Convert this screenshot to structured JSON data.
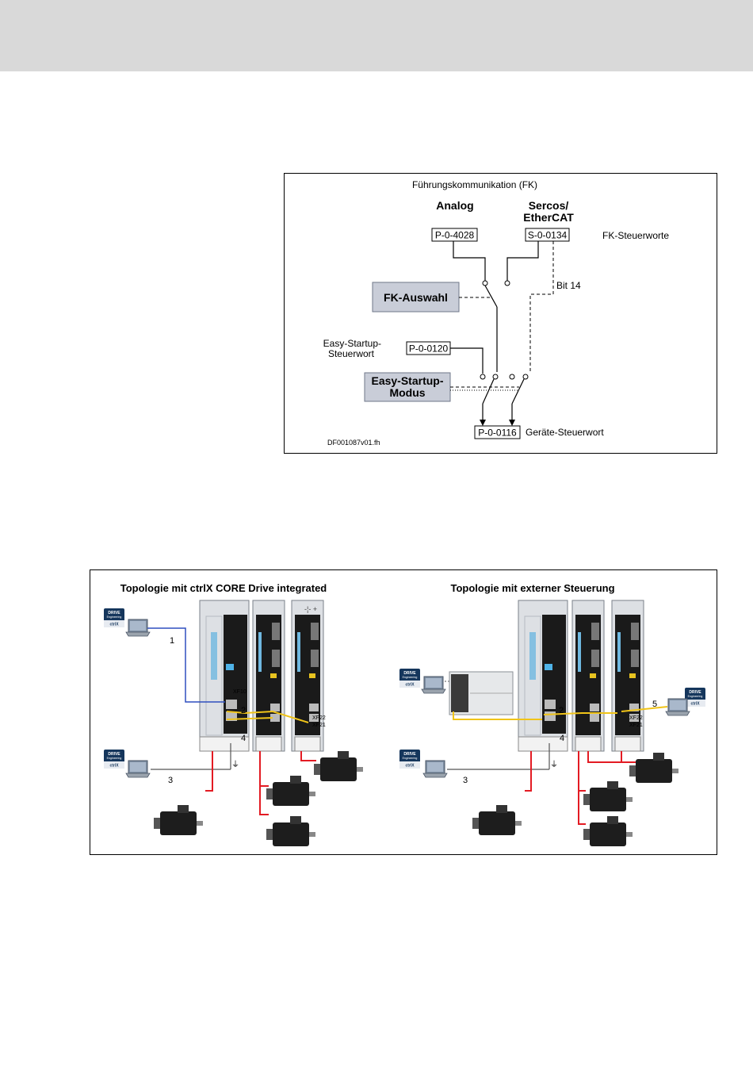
{
  "fk_diagram": {
    "title": "Führungskommunikation (FK)",
    "analog_label": "Analog",
    "sercos_label_1": "Sercos/",
    "sercos_label_2": "EtherCAT",
    "param_analog": "P-0-4028",
    "param_sercos": "S-0-0134",
    "fk_steuerworte": "FK-Steuerworte",
    "bit14": "Bit 14",
    "fk_auswahl": "FK-Auswahl",
    "easy_startup_label_1": "Easy-Startup-",
    "easy_startup_label_2": "Steuerwort",
    "param_easy": "P-0-0120",
    "easy_mode_1": "Easy-Startup-",
    "easy_mode_2": "Modus",
    "param_device": "P-0-0116",
    "geraete_steuerwort": "Geräte-Steuerwort",
    "file_id": "DF001087v01.fh",
    "colors": {
      "box_fill": "#c9cdd8",
      "box_border": "#6f7789"
    }
  },
  "topology": {
    "left_title": "Topologie mit ctrlX CORE Drive integrated",
    "right_title": "Topologie mit externer Steuerung",
    "badge_line_1": "DRIVE",
    "badge_line_2": "Engineering",
    "badge_line_3": "ctrlX",
    "labels_left": {
      "n1": "1",
      "n2": "2",
      "n3": "3",
      "n4": "4",
      "xf10": "XF10",
      "xf22": "XF22",
      "xf21": "XF21"
    },
    "labels_right": {
      "n2": "2",
      "n3": "3",
      "n4": "4",
      "n5": "5",
      "xf22": "XF22",
      "xf21": "XF21"
    },
    "colors": {
      "ethernet_blue": "#2e4fbf",
      "bus_yellow": "#f0c419",
      "motor_red": "#e31b23",
      "usb_gray": "#555555"
    }
  }
}
